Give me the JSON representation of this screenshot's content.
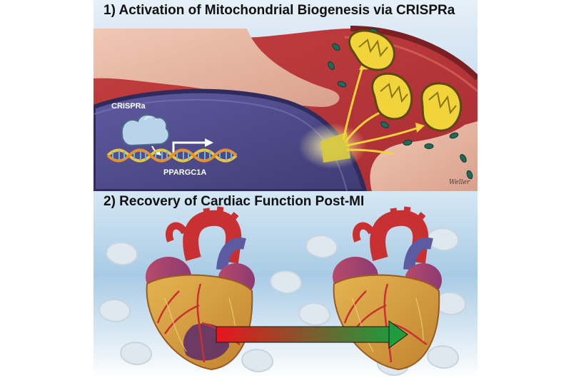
{
  "panels": [
    {
      "title": "1) Activation of Mitochondrial Biogenesis via CRISPRa",
      "labels": {
        "crispr": "CRISPRa",
        "gene": "PPARGC1A"
      },
      "signature": "Weller"
    },
    {
      "title": "2) Recovery of Cardiac Function Post-MI",
      "arrow_gradient": {
        "start": "#e8141c",
        "end": "#1f9a3c"
      }
    }
  ],
  "colors": {
    "title_band": "#cfe3f2",
    "cytoplasm": "#c43f3f",
    "nucleus": "#514d8a",
    "dna": "#e5c840",
    "mitochondria": "#f1d43a",
    "heart_muscle": "#d6a23e",
    "infarct": "#5a2a6a",
    "aorta": "#c83032"
  },
  "icons": [
    "crispr-protein-icon",
    "dna-helix-icon",
    "mitochondrion-icon",
    "heart-icon",
    "arrow-icon"
  ]
}
